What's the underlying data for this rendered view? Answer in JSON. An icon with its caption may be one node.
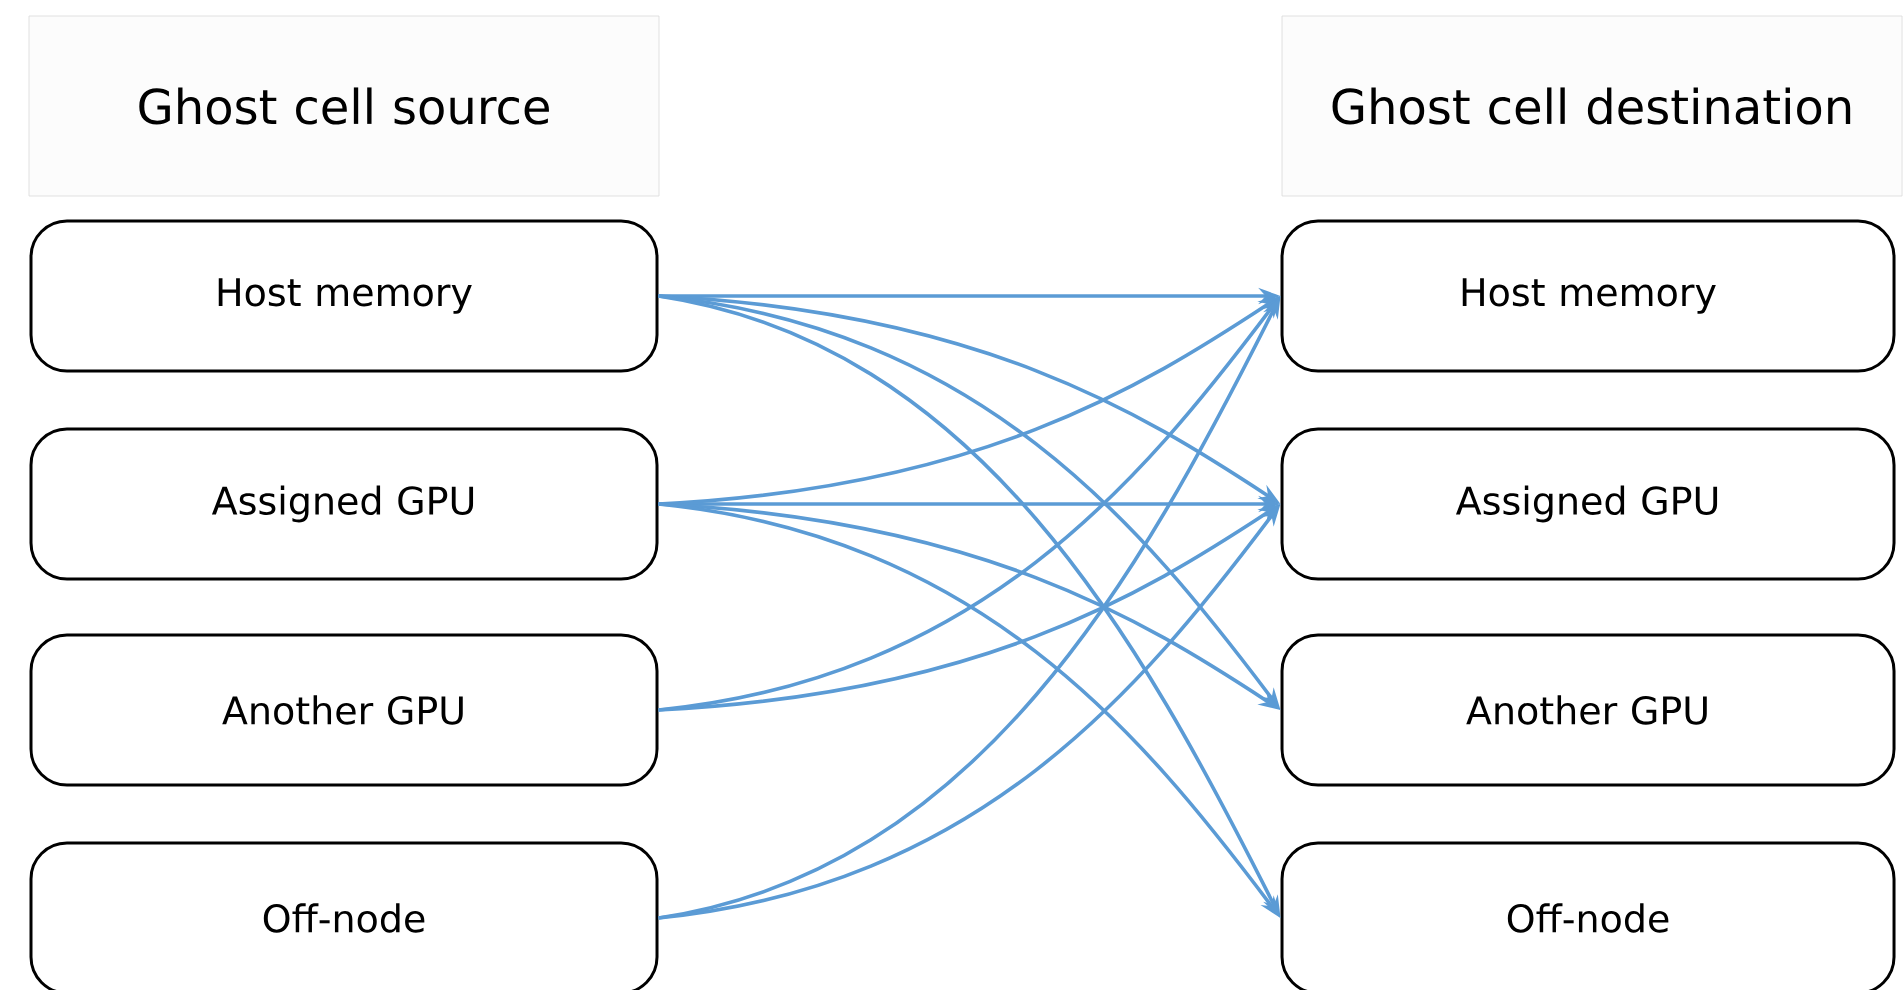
{
  "diagram": {
    "nodes": [
      {
        "text": [
          "Ghost cell source"
        ]
      },
      {
        "text": [
          "Ghost cell destination"
        ]
      },
      {
        "text": [
          "Host memory"
        ]
      },
      {
        "text": [
          "Assigned GPU"
        ]
      },
      {
        "text": [
          "Another GPU"
        ]
      },
      {
        "text": [
          "Off-node"
        ]
      },
      {
        "text": [
          "Host memory"
        ]
      },
      {
        "text": [
          "Assigned GPU"
        ]
      },
      {
        "text": [
          "Another GPU"
        ]
      },
      {
        "text": [
          "Off-node"
        ]
      }
    ],
    "edges": [
      {
        "from": 2,
        "to": 6,
        "arrow": "to"
      },
      {
        "from": 2,
        "to": 7,
        "arrow": "to"
      },
      {
        "from": 2,
        "to": 8,
        "arrow": "to"
      },
      {
        "from": 2,
        "to": 9,
        "arrow": "to"
      },
      {
        "from": 3,
        "to": 6,
        "arrow": "to"
      },
      {
        "from": 3,
        "to": 7,
        "arrow": "to"
      },
      {
        "from": 3,
        "to": 8,
        "arrow": "to"
      },
      {
        "from": 3,
        "to": 9,
        "arrow": "to"
      },
      {
        "from": 4,
        "to": 6,
        "arrow": "to"
      },
      {
        "from": 4,
        "to": 7,
        "arrow": "to"
      },
      {
        "from": 5,
        "to": 6,
        "arrow": "to"
      },
      {
        "from": 5,
        "to": 7,
        "arrow": "to"
      }
    ]
  }
}
